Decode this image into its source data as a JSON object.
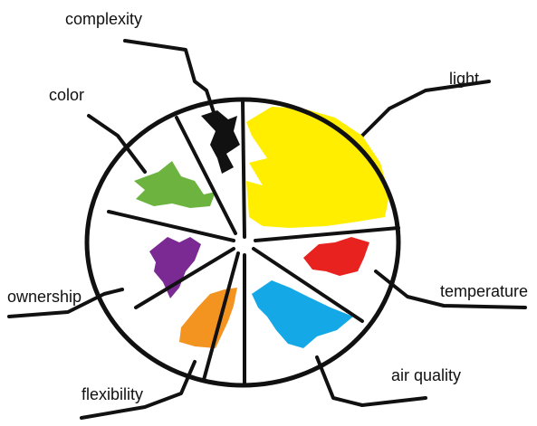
{
  "diagram": {
    "labels": {
      "complexity": "complexity",
      "color": "color",
      "light": "light",
      "ownership": "ownership",
      "temperature": "temperature",
      "flexibility": "flexibility",
      "air_quality": "air quality"
    },
    "segment_colors": {
      "complexity": "#111111",
      "color": "#6db33f",
      "light": "#ffee00",
      "temperature": "#e8231f",
      "air_quality": "#14a8e6",
      "flexibility": "#f39420",
      "ownership": "#7b2a93"
    },
    "stroke_color": "#111111"
  }
}
